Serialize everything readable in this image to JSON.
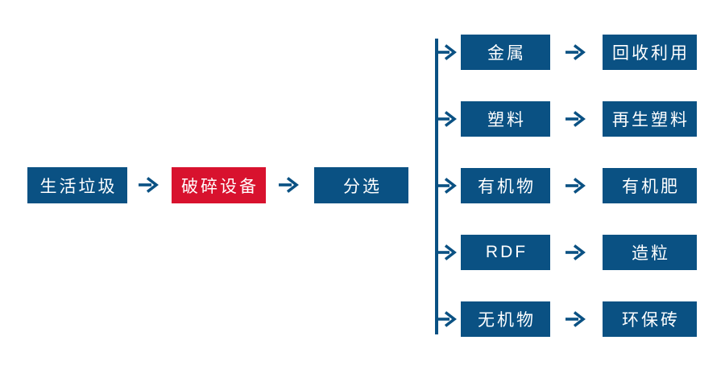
{
  "colors": {
    "blue": "#0A5183",
    "red": "#D8122E",
    "text": "#FFFFFF",
    "background": "#FFFFFF"
  },
  "chain": [
    {
      "label": "生活垃圾",
      "color": "blue"
    },
    {
      "label": "破碎设备",
      "color": "red"
    },
    {
      "label": "分选",
      "color": "blue"
    }
  ],
  "branches": [
    {
      "source": "金属",
      "target": "回收利用"
    },
    {
      "source": "塑料",
      "target": "再生塑料"
    },
    {
      "source": "有机物",
      "target": "有机肥"
    },
    {
      "source": "RDF",
      "target": "造粒"
    },
    {
      "source": "无机物",
      "target": "环保砖"
    }
  ]
}
